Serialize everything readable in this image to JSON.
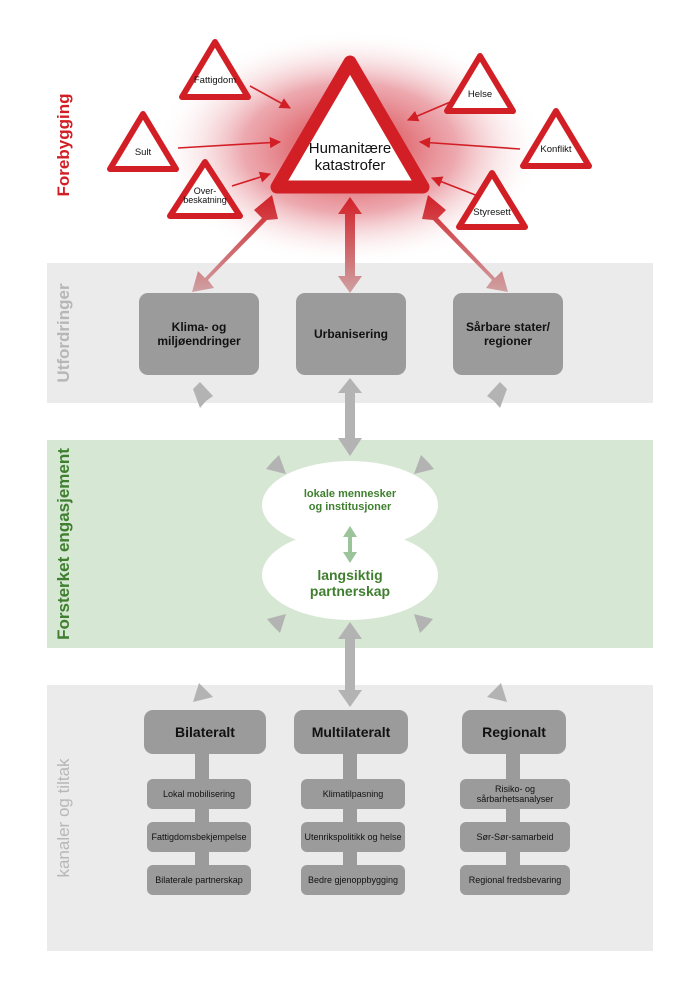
{
  "colors": {
    "red": "#d21f26",
    "green": "#3f7f2f",
    "light_green": "#d6e7d3",
    "light_gray": "#ebebeb",
    "box_gray": "#9b9b9b",
    "band_label_gray": "#b7b7b7",
    "arrow_gray": "#b3b3b3",
    "arrow_green": "#9cc49a"
  },
  "bands": {
    "top": "Forebygging",
    "challenges": "Utfordringer",
    "engagement": "Forsterket engasjement",
    "channels": "kanaler og tiltak"
  },
  "center": {
    "line1": "Humanitære",
    "line2": "katastrofer"
  },
  "risks": {
    "fattigdom": "Fattigdom",
    "sult": "Sult",
    "overbeskatning_1": "Over-",
    "overbeskatning_2": "beskatning",
    "helse": "Helse",
    "konflikt": "Konflikt",
    "styresett": "Styresett"
  },
  "challenges": {
    "klima_1": "Klima- og",
    "klima_2": "miljøendringer",
    "urbanisering": "Urbanisering",
    "sarbare_1": "Sårbare stater/",
    "sarbare_2": "regioner"
  },
  "engagement": {
    "local_1": "lokale mennesker",
    "local_2": "og institusjoner",
    "partner_1": "langsiktig",
    "partner_2": "partnerskap"
  },
  "channels": {
    "bilateralt": {
      "title": "Bilateralt",
      "items": [
        "Lokal mobilisering",
        "Fattigdomsbekjempelse",
        "Bilaterale partnerskap"
      ]
    },
    "multilateralt": {
      "title": "Multilateralt",
      "items": [
        "Klimatilpasning",
        "Utenrikspolitikk og helse",
        "Bedre gjenoppbygging"
      ]
    },
    "regionalt": {
      "title": "Regionalt",
      "items": [
        "Risiko- og",
        "sårbarhetsanalyser",
        "Sør-Sør-samarbeid",
        "Regional fredsbevaring"
      ]
    }
  }
}
